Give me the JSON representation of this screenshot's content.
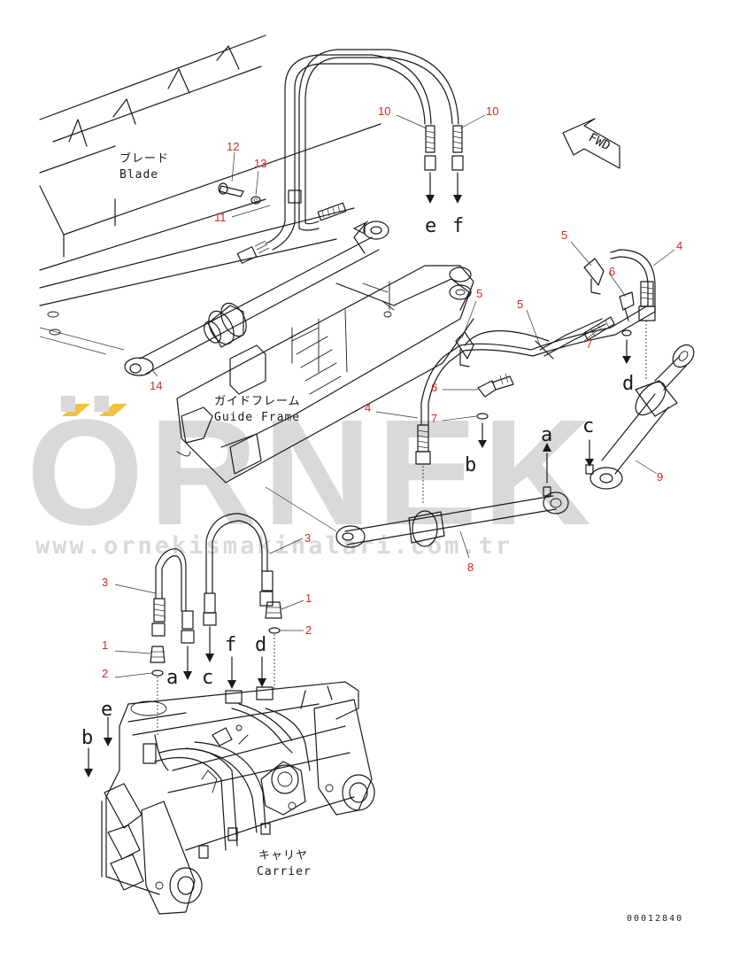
{
  "diagram": {
    "labels": {
      "blade_jp": "ブレード",
      "blade_en": "Blade",
      "guide_frame_jp": "ガイドフレーム",
      "guide_frame_en": "Guide Frame",
      "carrier_jp": "キャリヤ",
      "carrier_en": "Carrier",
      "fwd": "FWD"
    },
    "callouts": [
      "1",
      "2",
      "3",
      "4",
      "5",
      "6",
      "7",
      "8",
      "9",
      "10",
      "11",
      "12",
      "13",
      "14"
    ],
    "connection_letters": [
      "a",
      "b",
      "c",
      "d",
      "e",
      "f"
    ],
    "drawing_code": "00012840",
    "callout_color": "#d42a1e"
  },
  "watermark": {
    "brand": "ÖRNEK",
    "url": "www.ornekismakinalari.com.tr",
    "accent_color": "#f0c33c"
  }
}
